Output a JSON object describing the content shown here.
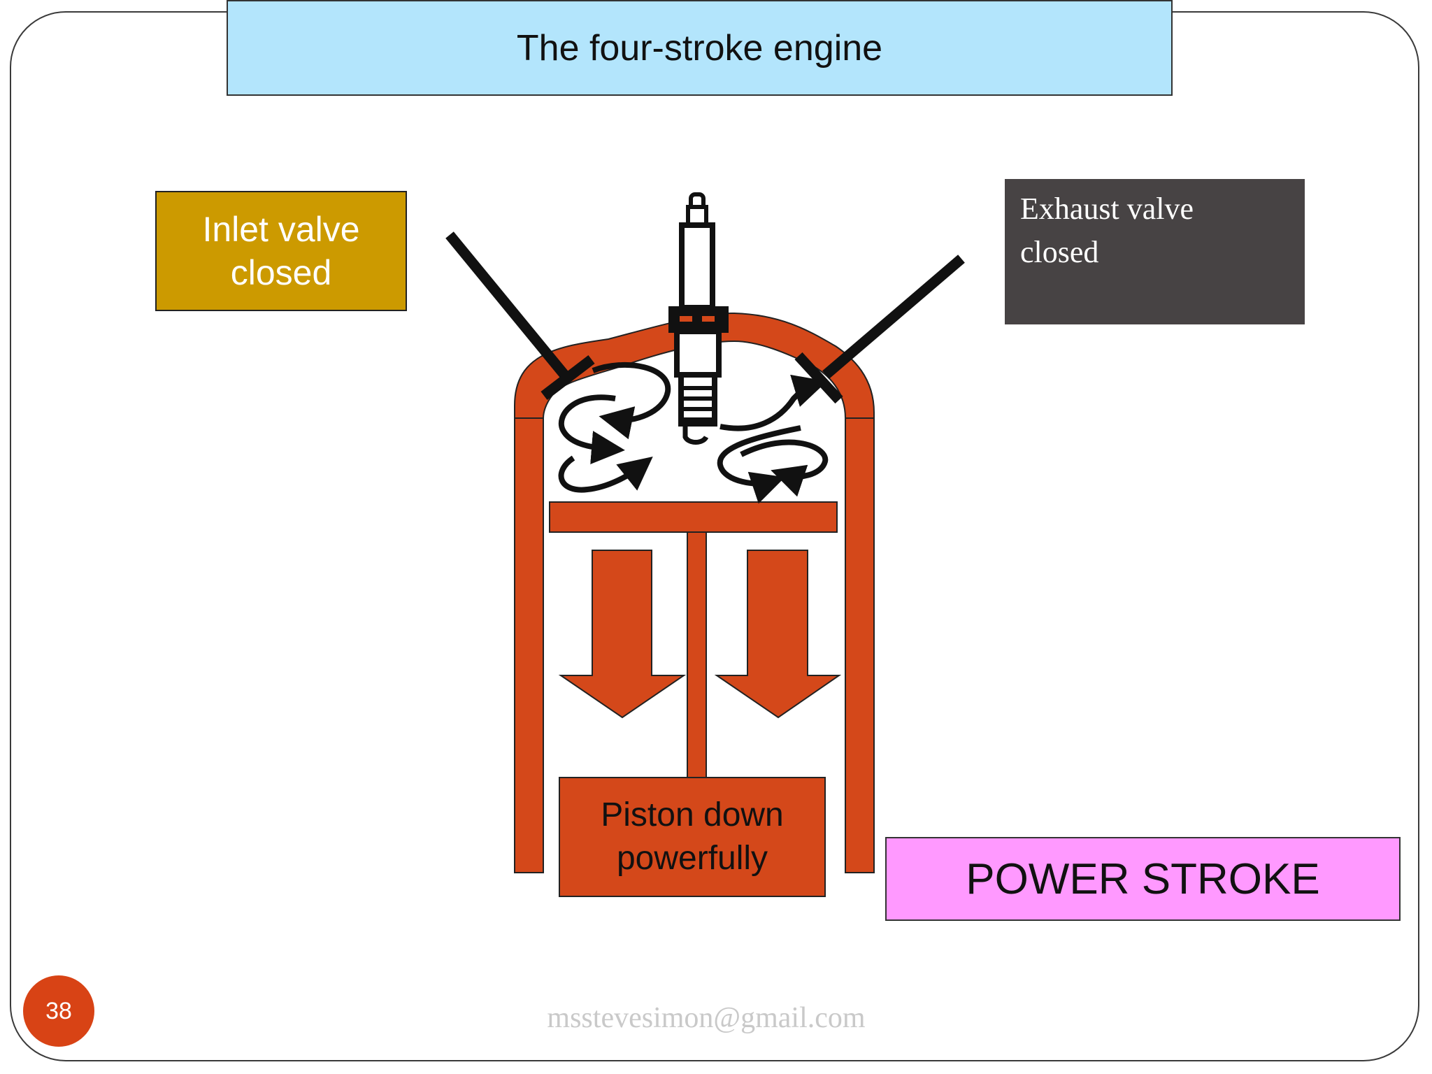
{
  "slide": {
    "title": "The four-stroke engine",
    "page_number": "38",
    "footer_email": "msstevesimon@gmail.com"
  },
  "labels": {
    "inlet": "Inlet valve\nclosed",
    "exhaust": "Exhaust valve\nclosed",
    "piston": "Piston down\npowerfully",
    "stroke": "POWER STROKE"
  },
  "colors": {
    "title_bg": "#b3e5fc",
    "inlet_bg": "#cc9a00",
    "exhaust_bg": "#474344",
    "stroke_bg": "#ff99ff",
    "engine": "#d4481a",
    "page_badge": "#d84315"
  }
}
